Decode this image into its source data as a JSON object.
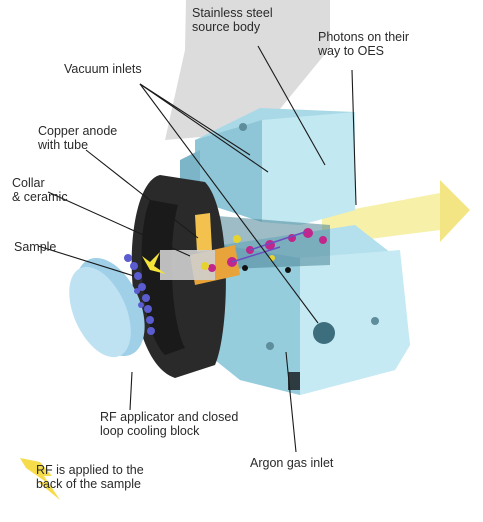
{
  "labels": {
    "source_body": [
      "Stainless steel",
      "source body"
    ],
    "photons": [
      "Photons on their",
      "way to OES"
    ],
    "vacuum_inlets": "Vacuum inlets",
    "copper_anode": [
      "Copper anode",
      "with tube"
    ],
    "collar_ceramic": [
      "Collar",
      "& ceramic"
    ],
    "sample": "Sample",
    "rf_applicator": [
      "RF applicator and closed",
      "loop cooling block"
    ],
    "argon_inlet": "Argon gas inlet",
    "rf_note": [
      "RF is applied to the",
      "back of the sample"
    ]
  },
  "colors": {
    "body_light": "#bde6f0",
    "body_mid": "#8fcadb",
    "body_dark": "#5f9fb3",
    "backdrop": "#d2d2d2",
    "holder": "#2b2b2b",
    "sample_disc": "#a9d6ec",
    "photon_beam": "#f3e79a",
    "lightning": "#f5d62a",
    "plasma_dots": "#c0268c",
    "electrons": "#6a4fc0"
  },
  "icons": {
    "photon_arrow": "arrow-right-icon",
    "lightning": "lightning-bolt-icon"
  }
}
